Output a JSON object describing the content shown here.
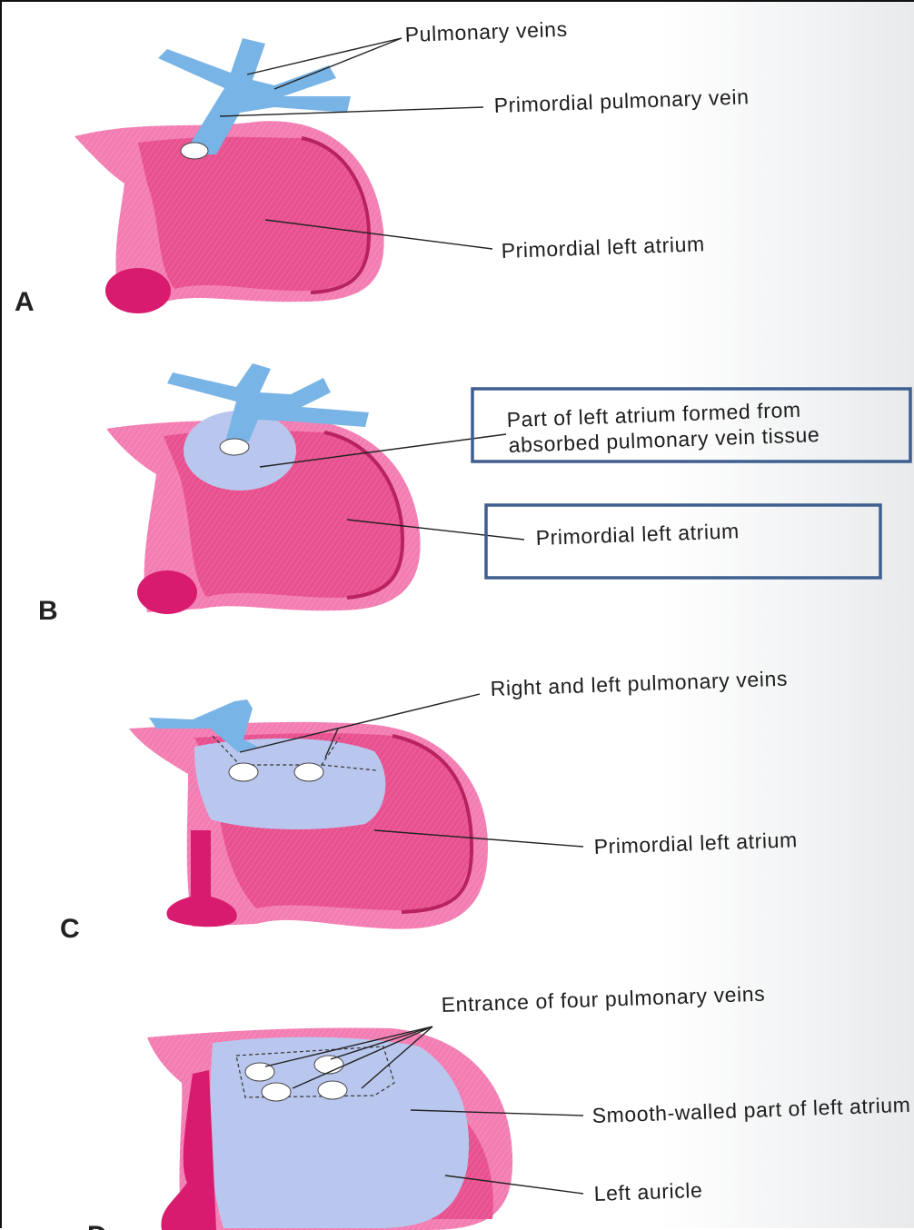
{
  "panels": [
    {
      "letter": "A",
      "labels": [
        "Pulmonary veins",
        "Primordial pulmonary vein",
        "Primordial left atrium"
      ]
    },
    {
      "letter": "B",
      "labels": [
        "Part of left atrium formed from",
        "absorbed pulmonary vein tissue",
        "Primordial left atrium"
      ]
    },
    {
      "letter": "C",
      "labels": [
        "Right and left pulmonary veins",
        "Primordial left atrium"
      ]
    },
    {
      "letter": "D",
      "labels": [
        "Entrance of four pulmonary veins",
        "Smooth-walled part of left atrium",
        "Left auricle"
      ]
    }
  ],
  "colors": {
    "atrium_pink": "#e8508f",
    "wall_pink": "#f37db2",
    "dark_pink": "#d81b6e",
    "vein_blue": "#79b4e6",
    "absorbed_blue": "#b9c7ee",
    "box_blue": "#3e5f8f"
  }
}
